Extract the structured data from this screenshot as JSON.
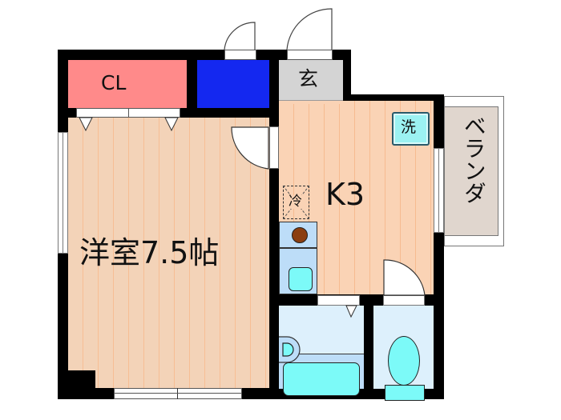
{
  "floor_plan": {
    "rooms": {
      "western_room": {
        "label": "洋室7.5帖"
      },
      "closet": {
        "label": "CL",
        "color": "#FF8A8A"
      },
      "storage": {
        "label": "",
        "color": "#1428F0"
      },
      "entrance": {
        "label": "玄",
        "color": "#D4D4D4"
      },
      "kitchen": {
        "label": "K3"
      },
      "veranda": {
        "label": "ベランダ",
        "color": "#E0D6CE"
      },
      "bathroom": {
        "label": "",
        "color": "#DDF0FC"
      },
      "toilet": {
        "label": "",
        "color": "#DDF0FC"
      }
    },
    "fixtures": {
      "washer": {
        "label": "洗",
        "color": "#9CF2F2"
      },
      "fridge": {
        "label": "冷"
      },
      "stove": {
        "color": "#8B3E10"
      },
      "sink": {
        "color": "#7CFAF8"
      }
    },
    "colors": {
      "wall": "#000000",
      "floor": "#F3D3B8",
      "floor_line": "#F7BE94",
      "water_area": "#BDDDF8"
    }
  }
}
